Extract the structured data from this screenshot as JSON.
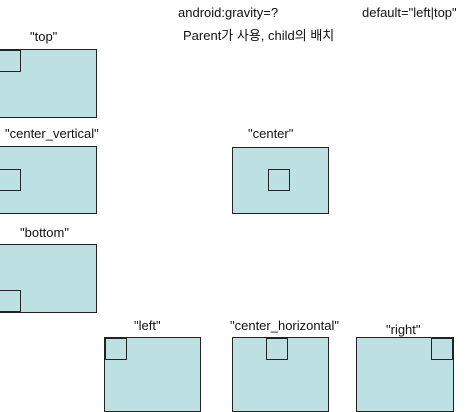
{
  "header": {
    "title": "android:gravity=?",
    "default_note": "default=\"left|top\"",
    "subtitle": "Parent가 사용, child의 배치"
  },
  "labels": {
    "top": "\"top\"",
    "center_vertical": "\"center_vertical\"",
    "center": "\"center\"",
    "bottom": "\"bottom\"",
    "left": "\"left\"",
    "center_horizontal": "\"center_horizontal\"",
    "right": "\"right\""
  },
  "colors": {
    "parent_fill": "#bde0e3",
    "outline": "#222222"
  }
}
